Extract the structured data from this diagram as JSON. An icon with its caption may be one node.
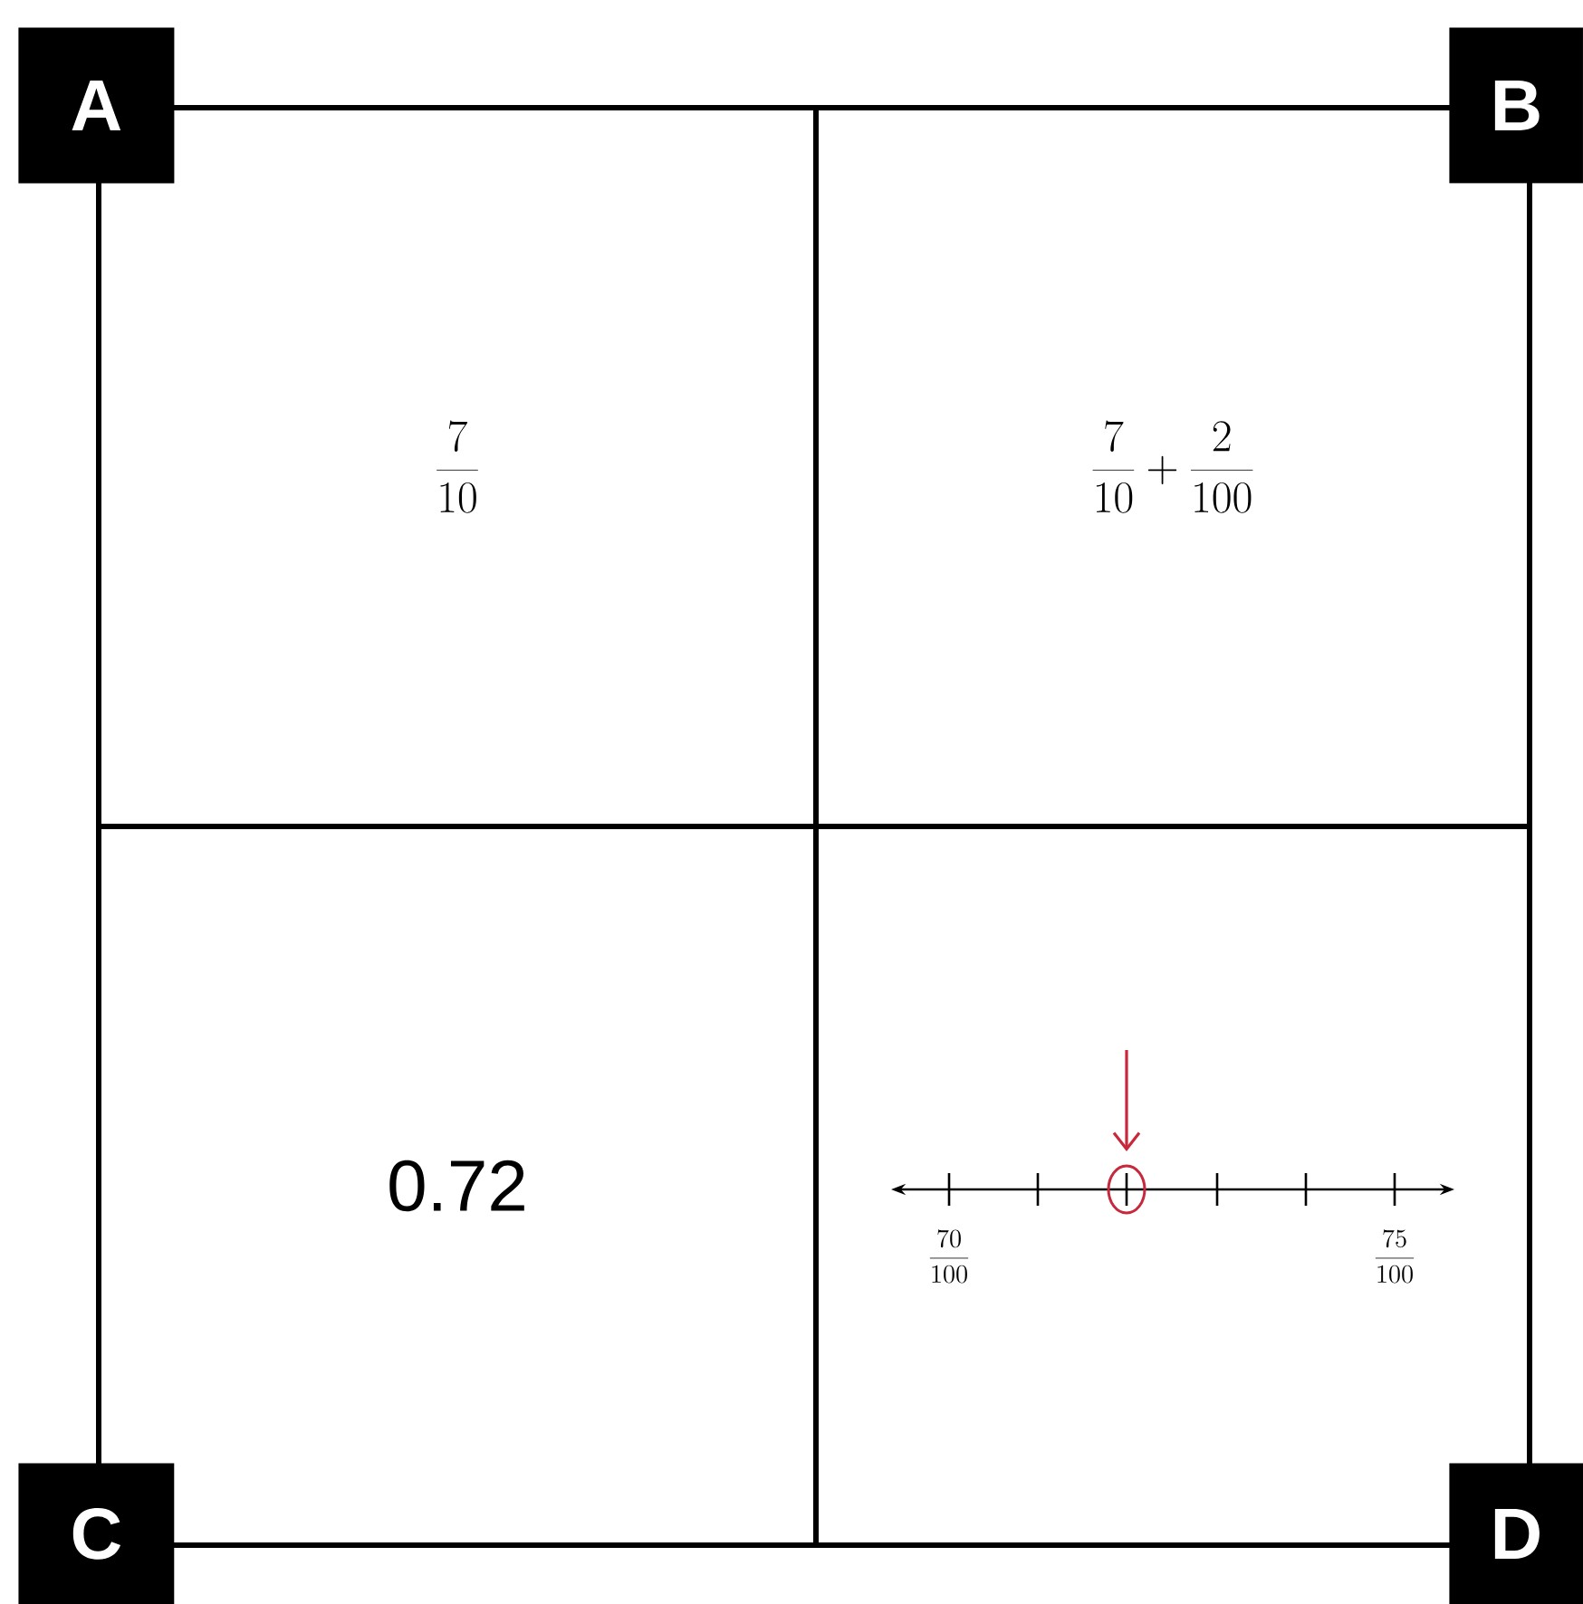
{
  "diagram": {
    "nodes": [
      {
        "text": [
          "A"
        ]
      },
      {
        "text": [
          "B"
        ]
      },
      {
        "text": [
          "\\frac{7}{10}"
        ]
      },
      {
        "text": [
          "\\frac{7}{10} + \\frac{2}{100}"
        ]
      },
      {
        "text": [
          "0.72"
        ]
      },
      {
        "text": [],
        "shape": "box"
      },
      {
        "text": [
          "C"
        ]
      },
      {
        "text": [
          "D"
        ]
      }
    ],
    "labels": [
      "\\frac{70}{100}",
      "\\frac{75}{100}"
    ]
  }
}
